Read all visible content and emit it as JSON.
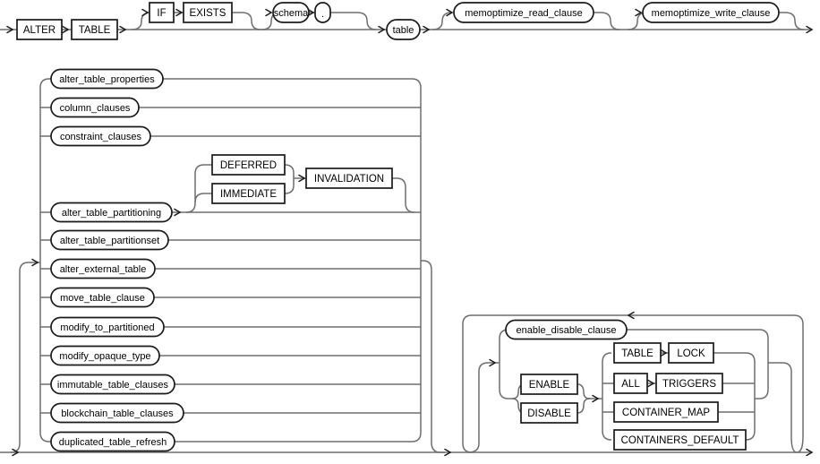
{
  "diagram": {
    "statement": "ALTER TABLE syntax railroad diagram",
    "colors": {
      "line": "#6e6e6e",
      "box_border": "#1b1b1b",
      "box_fill": "#ffffff",
      "text": "#000000",
      "background": "#ffffff"
    },
    "line1": {
      "alter": "ALTER",
      "table": "TABLE",
      "if": "IF",
      "exists": "EXISTS",
      "schema": "schema",
      "dot": ".",
      "table_name": "table",
      "memoptimize_read": "memoptimize_read_clause",
      "memoptimize_write": "memoptimize_write_clause"
    },
    "alternatives": {
      "alter_table_properties": "alter_table_properties",
      "column_clauses": "column_clauses",
      "constraint_clauses": "constraint_clauses",
      "alter_table_partitioning": "alter_table_partitioning",
      "deferred": "DEFERRED",
      "immediate": "IMMEDIATE",
      "invalidation": "INVALIDATION",
      "alter_table_partitionset": "alter_table_partitionset",
      "alter_external_table": "alter_external_table",
      "move_table_clause": "move_table_clause",
      "modify_to_partitioned": "modify_to_partitioned",
      "modify_opaque_type": "modify_opaque_type",
      "immutable_table_clauses": "immutable_table_clauses",
      "blockchain_table_clauses": "blockchain_table_clauses",
      "duplicated_table_refresh": "duplicated_table_refresh"
    },
    "enable_disable_group": {
      "enable_disable_clause": "enable_disable_clause",
      "enable": "ENABLE",
      "disable": "DISABLE",
      "table": "TABLE",
      "lock": "LOCK",
      "all": "ALL",
      "triggers": "TRIGGERS",
      "container_map": "CONTAINER_MAP",
      "containers_default": "CONTAINERS_DEFAULT"
    }
  }
}
